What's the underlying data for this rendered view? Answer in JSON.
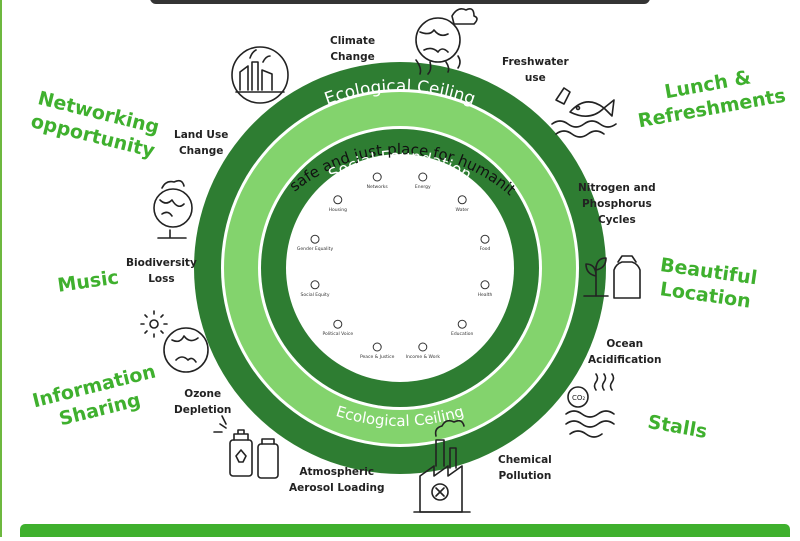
{
  "doughnut": {
    "ceiling_label": "Ecological Ceiling",
    "safe_space_label": "A safe and just place for humanity",
    "foundation_label": "Social Foundation"
  },
  "social_items": [
    "Energy",
    "Water",
    "Food",
    "Health",
    "Education",
    "Income & Work",
    "Peace & Justice",
    "Political Voice",
    "Social Equity",
    "Gender Equality",
    "Housing",
    "Networks"
  ],
  "ecological_items": {
    "climate_change": "Climate\nChange",
    "freshwater_use": "Freshwater\nuse",
    "nitrogen_phosphorus": "Nitrogen and\nPhosphorus\nCycles",
    "ocean_acidification": "Ocean\nAcidification",
    "chemical_pollution": "Chemical\nPollution",
    "atmospheric_aerosol": "Atmospheric\nAerosol Loading",
    "ozone_depletion": "Ozone\nDepletion",
    "biodiversity_loss": "Biodiversity\nLoss",
    "land_use_change": "Land Use\nChange"
  },
  "event_features": {
    "networking": "Networking\nopportunity",
    "lunch": "Lunch &\nRefreshments",
    "beautiful_location": "Beautiful\nLocation",
    "stalls": "Stalls",
    "music": "Music",
    "information_sharing": "Information\nSharing"
  },
  "icons": {
    "co2_text": "CO₂"
  },
  "colors": {
    "dark_green": "#2e7d32",
    "light_green": "#83d36d",
    "feature_green": "#3fb02e"
  }
}
